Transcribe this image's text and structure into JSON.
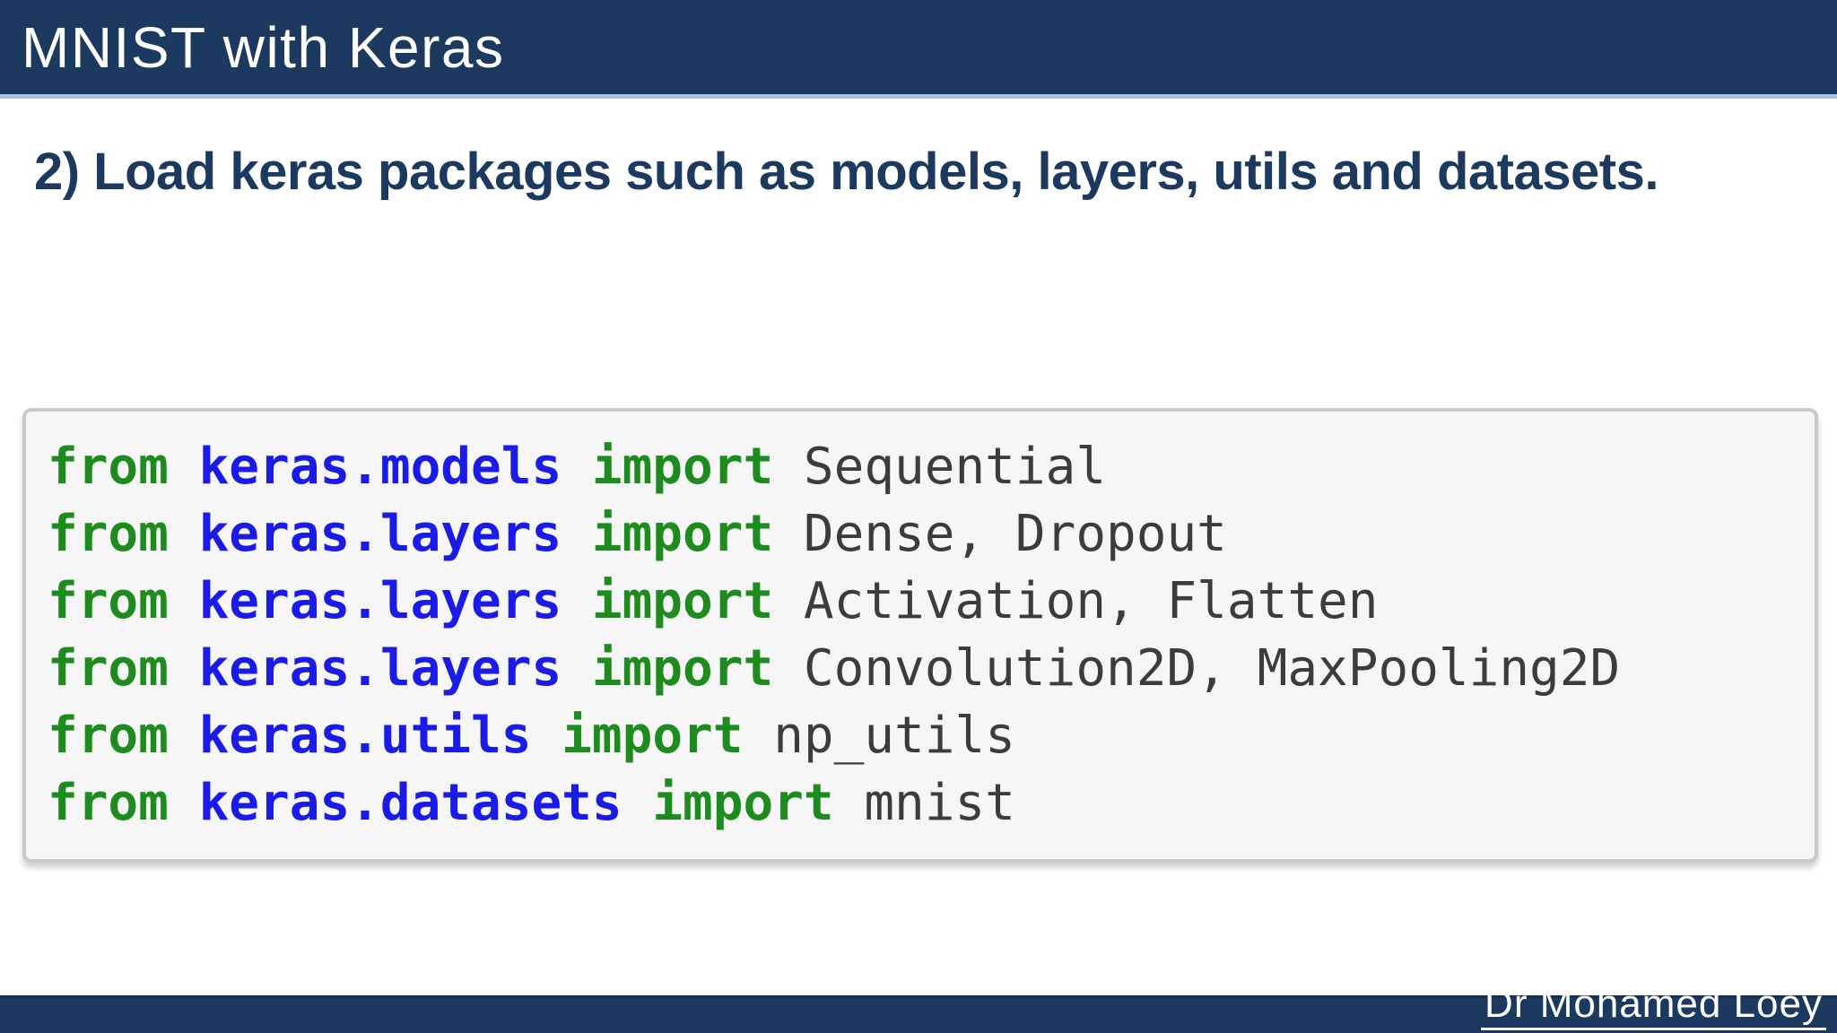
{
  "header": {
    "title": "MNIST with Keras"
  },
  "slide": {
    "heading": "2) Load keras packages such as models, layers, utils and datasets."
  },
  "code": {
    "language": "python",
    "lines": [
      {
        "from_keyword": "from",
        "module": "keras.models",
        "import_keyword": "import",
        "imported": "Sequential"
      },
      {
        "from_keyword": "from",
        "module": "keras.layers",
        "import_keyword": "import",
        "imported": "Dense, Dropout"
      },
      {
        "from_keyword": "from",
        "module": "keras.layers",
        "import_keyword": "import",
        "imported": "Activation, Flatten"
      },
      {
        "from_keyword": "from",
        "module": "keras.layers",
        "import_keyword": "import",
        "imported": "Convolution2D, MaxPooling2D"
      },
      {
        "from_keyword": "from",
        "module": "keras.utils",
        "import_keyword": "import",
        "imported": "np_utils"
      },
      {
        "from_keyword": "from",
        "module": "keras.datasets",
        "import_keyword": "import",
        "imported": "mnist"
      }
    ]
  },
  "footer": {
    "author": "Dr Mohamed Loey"
  },
  "colors": {
    "navy": "#1c3a5f",
    "header_underline": "#a9c3dc",
    "code_background": "#f6f6f6",
    "code_border": "#c9c9c9",
    "keyword_green": "#1e8b1e",
    "module_blue": "#1b1be8",
    "code_text": "#3c3c3c",
    "title_text": "#ffffff"
  }
}
